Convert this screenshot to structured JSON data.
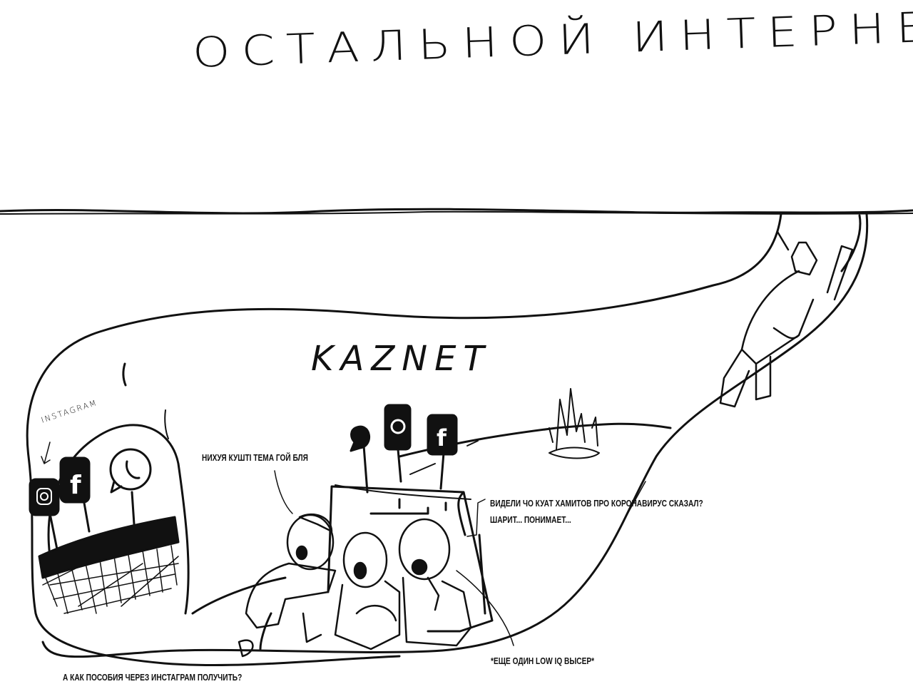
{
  "title_top": "ОСТАЛЬНОЙ ИНТЕРНЕТ",
  "title_cave": "KAZNET",
  "instagram_label": "INSTAGRAM",
  "captions": {
    "guy_cap": "НИХУЯ КУШТІ ТЕМА ГОЙ БЛЯ",
    "guy_middle_line1": "ВИДЕЛИ ЧО КУАТ ХАМИТОВ ПРО КОРОНАВИРУС СКАЗАЛ?",
    "guy_middle_line2": "ШАРИТ... ПОНИМАЕТ...",
    "guy_right": "*ЕЩЕ ОДИН LOW IQ ВЫСЕР*",
    "bottom_left": "А КАК ПОСОБИЯ ЧЕРЕЗ ИНСТАГРАМ ПОЛУЧИТЬ?"
  },
  "icons": [
    "instagram-icon",
    "facebook-icon",
    "whatsapp-icon",
    "twitter-icon",
    "facebook-icon"
  ],
  "colors": {
    "ink": "#111111",
    "paper": "#ffffff"
  }
}
